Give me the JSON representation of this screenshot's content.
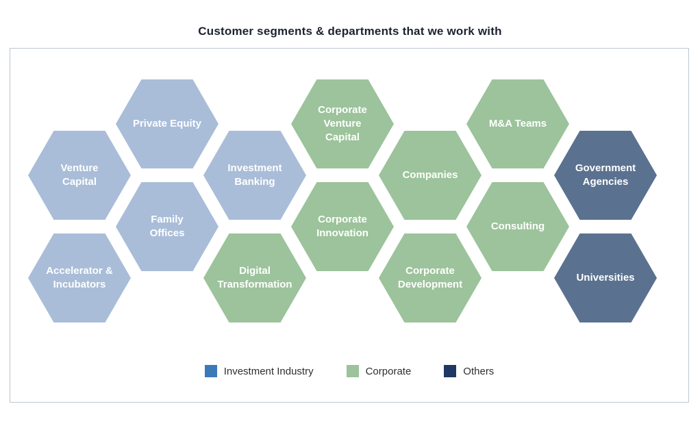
{
  "title": "Customer segments & departments that we work with",
  "groups": {
    "investment": {
      "name": "Investment Industry",
      "hex_color": "#a9bdd8"
    },
    "corporate": {
      "name": "Corporate",
      "hex_color": "#9cc39b"
    },
    "others": {
      "name": "Others",
      "hex_color": "#5b7190"
    }
  },
  "segments": [
    {
      "label": "Venture\nCapital",
      "group": "investment",
      "col": 0,
      "row": 0
    },
    {
      "label": "Accelerator &\nIncubators",
      "group": "investment",
      "col": 0,
      "row": 1
    },
    {
      "label": "Private Equity",
      "group": "investment",
      "col": 1,
      "row": 0
    },
    {
      "label": "Family\nOffices",
      "group": "investment",
      "col": 1,
      "row": 1
    },
    {
      "label": "Investment\nBanking",
      "group": "investment",
      "col": 2,
      "row": 0
    },
    {
      "label": "Digital\nTransformation",
      "group": "corporate",
      "col": 2,
      "row": 1
    },
    {
      "label": "Corporate\nVenture\nCapital",
      "group": "corporate",
      "col": 3,
      "row": 0
    },
    {
      "label": "Corporate\nInnovation",
      "group": "corporate",
      "col": 3,
      "row": 1
    },
    {
      "label": "Companies",
      "group": "corporate",
      "col": 4,
      "row": 0
    },
    {
      "label": "Corporate\nDevelopment",
      "group": "corporate",
      "col": 4,
      "row": 1
    },
    {
      "label": "M&A Teams",
      "group": "corporate",
      "col": 5,
      "row": 0
    },
    {
      "label": "Consulting",
      "group": "corporate",
      "col": 5,
      "row": 1
    },
    {
      "label": "Government\nAgencies",
      "group": "others",
      "col": 6,
      "row": 0
    },
    {
      "label": "Universities",
      "group": "others",
      "col": 6,
      "row": 1
    }
  ],
  "legend": [
    {
      "label": "Investment Industry",
      "swatch_color": "#3a7ab8"
    },
    {
      "label": "Corporate",
      "swatch_color": "#9cc39b"
    },
    {
      "label": "Others",
      "swatch_color": "#1f3864"
    }
  ]
}
